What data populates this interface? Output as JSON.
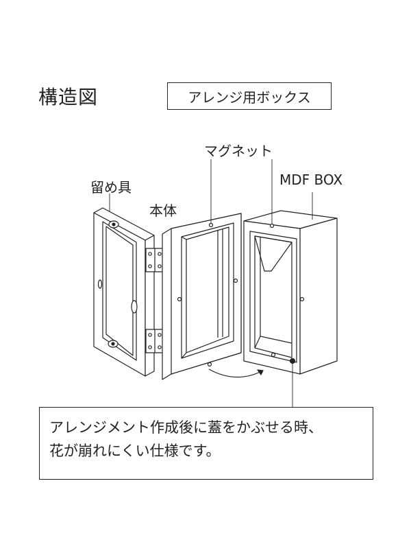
{
  "title": "構造図",
  "product_label": "アレンジ用ボックス",
  "labels": {
    "magnet": "マグネット",
    "fastener": "留め具",
    "mdf_box": "MDF BOX",
    "body": "本体"
  },
  "callout": {
    "line1": "アレンジメント作成後に蓋をかぶせる時、",
    "line2": "花が崩れにくい仕様です。"
  }
}
